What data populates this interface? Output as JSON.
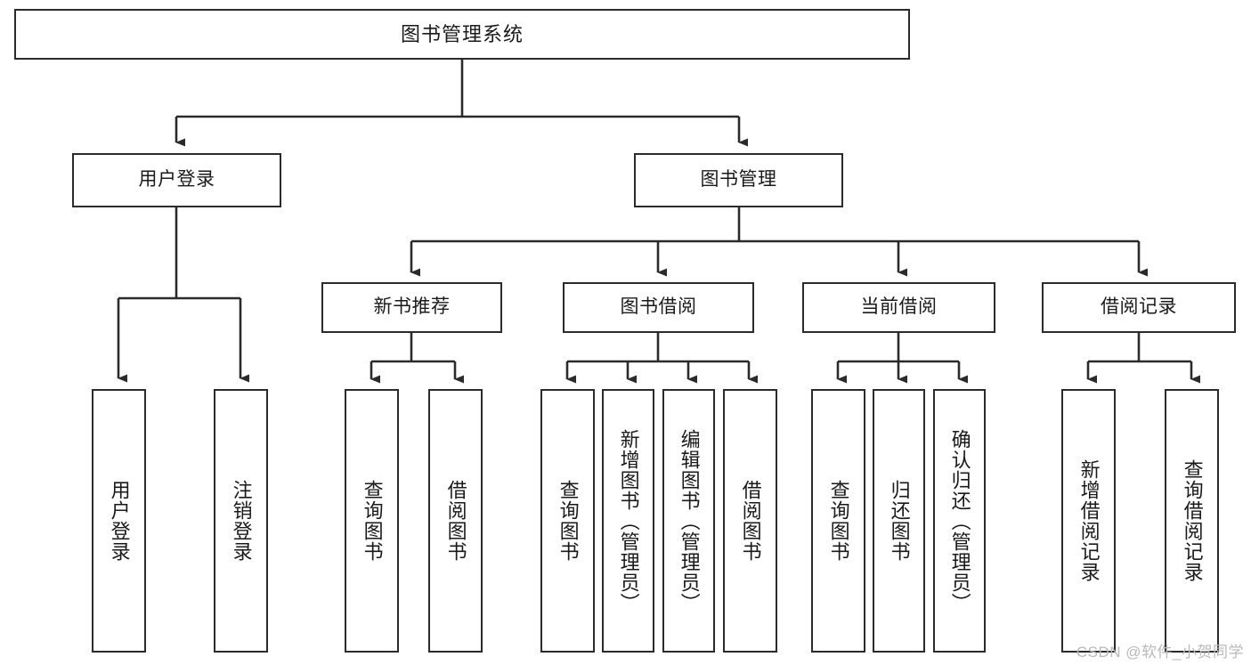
{
  "diagram": {
    "title": "图书管理系统",
    "type": "hierarchy-tree",
    "watermark": "CSDN @软件_小贺同学",
    "colors": {
      "box_border": "#2b2b2b",
      "box_fill": "#ffffff",
      "connector": "#2b2b2b",
      "text": "#1a1a1a",
      "watermark": "#b9b9b9"
    },
    "nodes": {
      "root": {
        "label": "图书管理系统"
      },
      "level2": [
        {
          "label": "用户登录"
        },
        {
          "label": "图书管理"
        }
      ],
      "level3": [
        {
          "label": "新书推荐"
        },
        {
          "label": "图书借阅"
        },
        {
          "label": "当前借阅"
        },
        {
          "label": "借阅记录"
        }
      ],
      "leaves": [
        {
          "label": "用户登录"
        },
        {
          "label": "注销登录"
        },
        {
          "label": "查询图书"
        },
        {
          "label": "借阅图书"
        },
        {
          "label": "查询图书"
        },
        {
          "label": "新增图书（管理员）"
        },
        {
          "label": "编辑图书（管理员）"
        },
        {
          "label": "借阅图书"
        },
        {
          "label": "查询图书"
        },
        {
          "label": "归还图书"
        },
        {
          "label": "确认归还（管理员）"
        },
        {
          "label": "新增借阅记录"
        },
        {
          "label": "查询借阅记录"
        }
      ]
    }
  }
}
